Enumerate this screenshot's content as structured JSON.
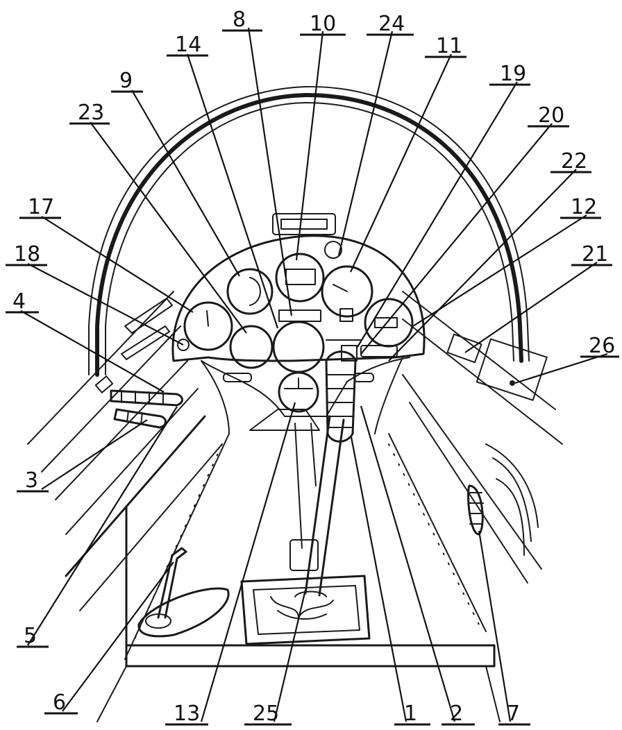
{
  "callouts": {
    "c1": "1",
    "c2": "2",
    "c3": "3",
    "c4": "4",
    "c5": "5",
    "c6": "6",
    "c7": "7",
    "c8": "8",
    "c9": "9",
    "c10": "10",
    "c11": "11",
    "c12": "12",
    "c13": "13",
    "c14": "14",
    "c17": "17",
    "c18": "18",
    "c19": "19",
    "c20": "20",
    "c21": "21",
    "c22": "22",
    "c23": "23",
    "c24": "24",
    "c25": "25",
    "c26": "26"
  },
  "colors": {
    "ink": "#1a1a1a",
    "paper": "#ffffff"
  }
}
